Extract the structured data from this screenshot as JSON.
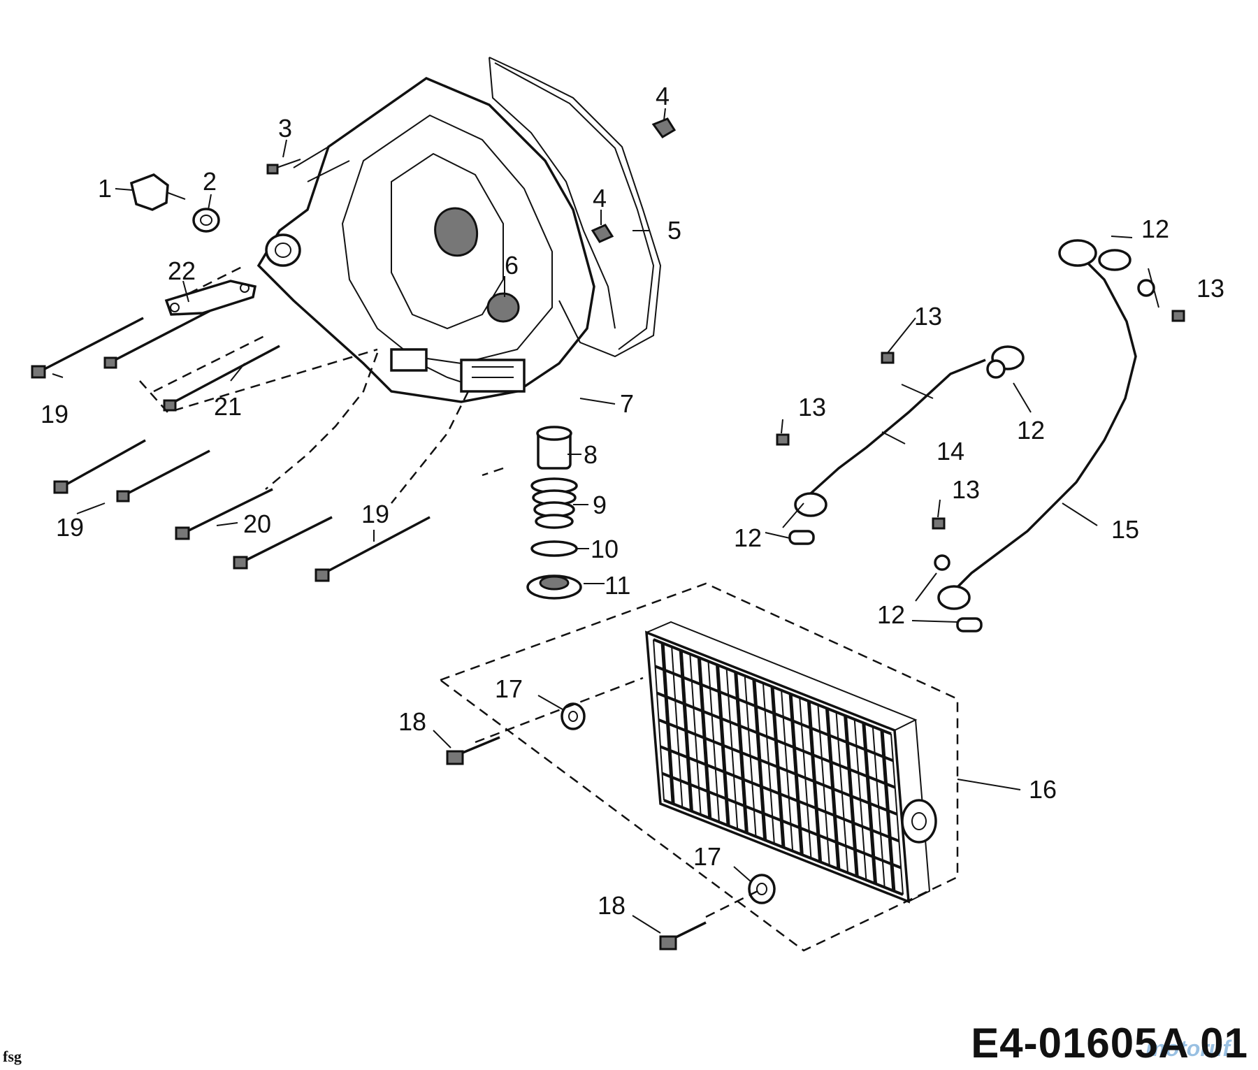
{
  "drawing_code": "E4-01605A 01",
  "corner_mark": "fsg",
  "watermark": "motoruf",
  "callouts": {
    "c1": "1",
    "c2": "2",
    "c3": "3",
    "c4a": "4",
    "c4b": "4",
    "c5": "5",
    "c6": "6",
    "c7": "7",
    "c8": "8",
    "c9": "9",
    "c10": "10",
    "c11": "11",
    "c12a": "12",
    "c12b": "12",
    "c12c": "12",
    "c12d": "12",
    "c13a": "13",
    "c13b": "13",
    "c13c": "13",
    "c13d": "13",
    "c14": "14",
    "c15": "15",
    "c16": "16",
    "c17a": "17",
    "c17b": "17",
    "c18a": "18",
    "c18b": "18",
    "c19a": "19",
    "c19b": "19",
    "c19c": "19",
    "c20": "20",
    "c21": "21",
    "c22": "22"
  }
}
